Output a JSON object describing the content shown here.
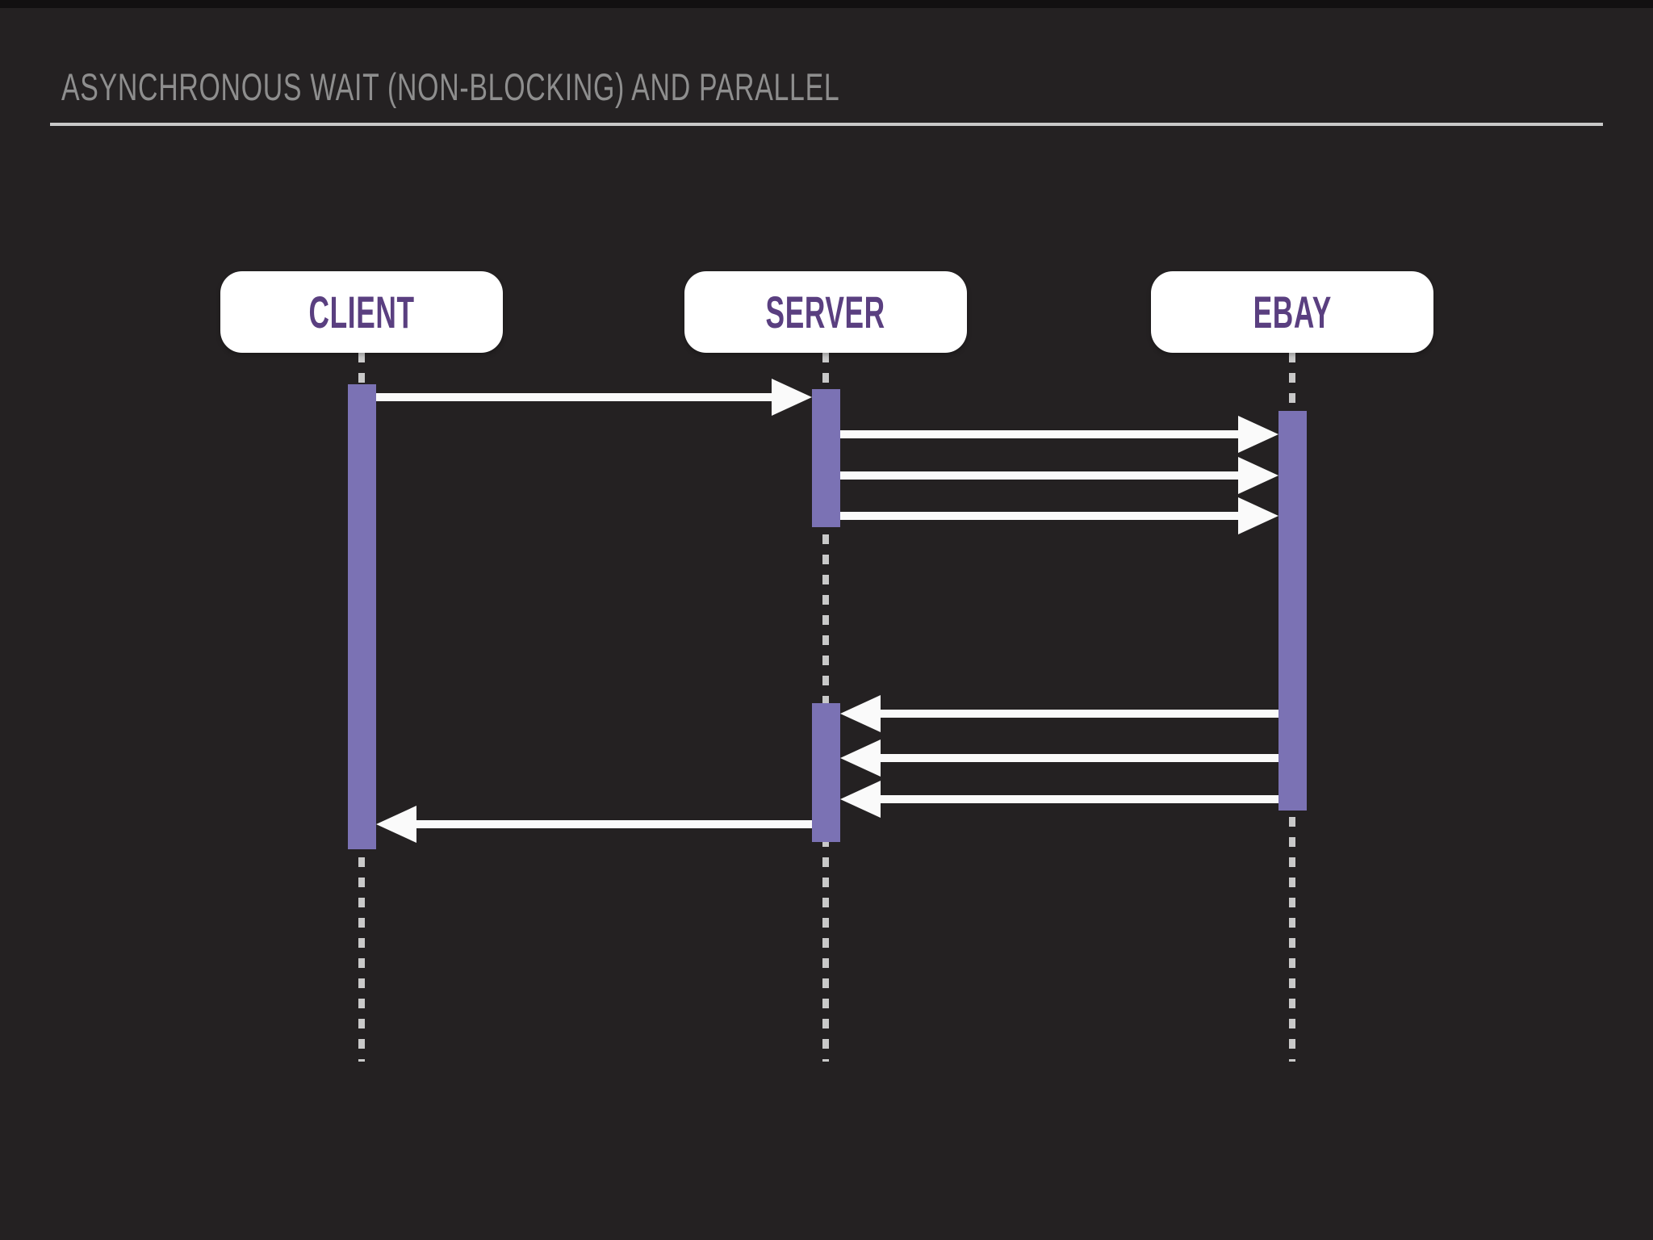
{
  "title": "ASYNCHRONOUS WAIT (NON-BLOCKING) AND PARALLEL",
  "colors": {
    "background": "#242122",
    "title_gray": "#8e8e8e",
    "divider_gray": "#b3b3b3",
    "actor_box_white": "#ffffff",
    "actor_text_purple": "#5a3f80",
    "activation_purple": "#7b72b4",
    "lifeline_gray": "#c9c9c9",
    "arrow_white": "#fafafa"
  },
  "diagram": {
    "type": "sequence-diagram",
    "actors": [
      {
        "id": "client",
        "label": "CLIENT"
      },
      {
        "id": "server",
        "label": "SERVER"
      },
      {
        "id": "ebay",
        "label": "EBAY"
      }
    ],
    "activations": [
      {
        "actor": "client",
        "index": 1
      },
      {
        "actor": "server",
        "index": 1
      },
      {
        "actor": "server",
        "index": 2
      },
      {
        "actor": "ebay",
        "index": 1
      }
    ],
    "messages": [
      {
        "seq": 1,
        "from": "client",
        "to": "server"
      },
      {
        "seq": 2,
        "from": "server",
        "to": "ebay"
      },
      {
        "seq": 3,
        "from": "server",
        "to": "ebay"
      },
      {
        "seq": 4,
        "from": "server",
        "to": "ebay"
      },
      {
        "seq": 5,
        "from": "ebay",
        "to": "server"
      },
      {
        "seq": 6,
        "from": "ebay",
        "to": "server"
      },
      {
        "seq": 7,
        "from": "ebay",
        "to": "server"
      },
      {
        "seq": 8,
        "from": "server",
        "to": "client"
      }
    ]
  }
}
